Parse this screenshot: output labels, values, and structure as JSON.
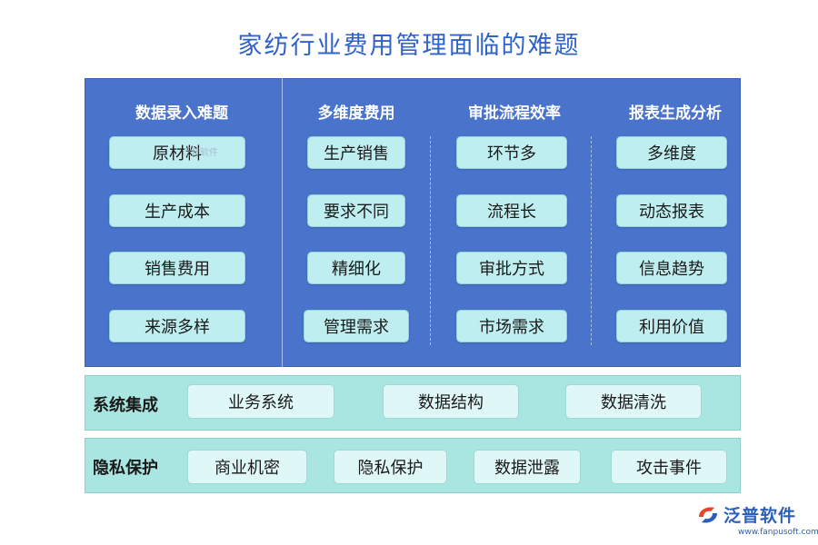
{
  "title": "家纺行业费用管理面临的难题",
  "columns": [
    {
      "header": "数据录入难题",
      "items": [
        "原材料",
        "生产成本",
        "销售费用",
        "来源多样"
      ]
    },
    {
      "header": "多维度费用",
      "items": [
        "生产销售",
        "要求不同",
        "精细化",
        "管理需求"
      ]
    },
    {
      "header": "审批流程效率",
      "items": [
        "环节多",
        "流程长",
        "审批方式",
        "市场需求"
      ]
    },
    {
      "header": "报表生成分析",
      "items": [
        "多维度",
        "动态报表",
        "信息趋势",
        "利用价值"
      ]
    }
  ],
  "bands": [
    {
      "label": "系统集成",
      "items": [
        "业务系统",
        "数据结构",
        "数据清洗"
      ]
    },
    {
      "label": "隐私保护",
      "items": [
        "商业机密",
        "隐私保护",
        "数据泄露",
        "攻击事件"
      ]
    }
  ],
  "watermark": "泛普软件",
  "logo": {
    "text": "泛普软件",
    "url": "www.fanpusoft.com"
  },
  "colors": {
    "title": "#2f63c9",
    "panel": "#4a73cc",
    "chip": "#bfeef0",
    "band": "#a9e6e2"
  }
}
